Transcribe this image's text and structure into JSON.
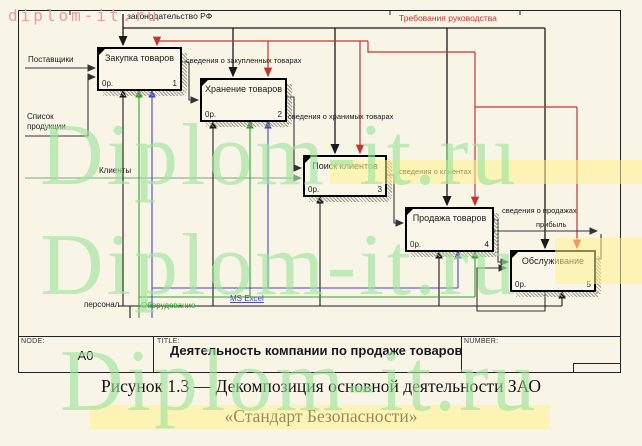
{
  "watermark": {
    "header_text": "diplom-it.ru",
    "big_text": "Diplom-it.ru",
    "color_green": "#9de49d",
    "color_pink": "#ec9b9b"
  },
  "title_bar": {
    "node_label": "NODE:",
    "node_value": "A0",
    "title_label": "TITLE:",
    "title_value": "Деятельность компании по продаже товаров",
    "number_label": "NUMBER:"
  },
  "boxes": [
    {
      "name": "Закупка товаров",
      "cost": "0р.",
      "num": "1"
    },
    {
      "name": "Хранение товаров",
      "cost": "0р.",
      "num": "2"
    },
    {
      "name": "Поиск клиентов",
      "cost": "0р.",
      "num": "3"
    },
    {
      "name": "Продажа товаров",
      "cost": "0р.",
      "num": "4"
    },
    {
      "name": "Обслуживание",
      "cost": "0р.",
      "num": "5"
    }
  ],
  "controls": {
    "law": "законодательство РФ",
    "management": "Требования руководства",
    "control_red_color": "#c63333"
  },
  "inputs": {
    "suppliers": "Поставщики",
    "product_list": "Список продукции",
    "clients": "Клиенты"
  },
  "flows": {
    "purchased": "сведения о закупленных товарах",
    "stored": "сведения о хранимых товарах",
    "client_info": "сведения о клиентах",
    "sales": "сведения о продажах",
    "profit": "прибыль"
  },
  "mechanisms": {
    "staff": "персонал",
    "equipment": "Оборудование",
    "excel": "MS Excel",
    "green_color": "#2aa52a",
    "blue_color": "#4747c8"
  },
  "caption": {
    "line1": "Рисунок 1.3 —  Декомпозиция основной деятельности ЗАО",
    "line2": "«Стандарт Безопасности»"
  }
}
